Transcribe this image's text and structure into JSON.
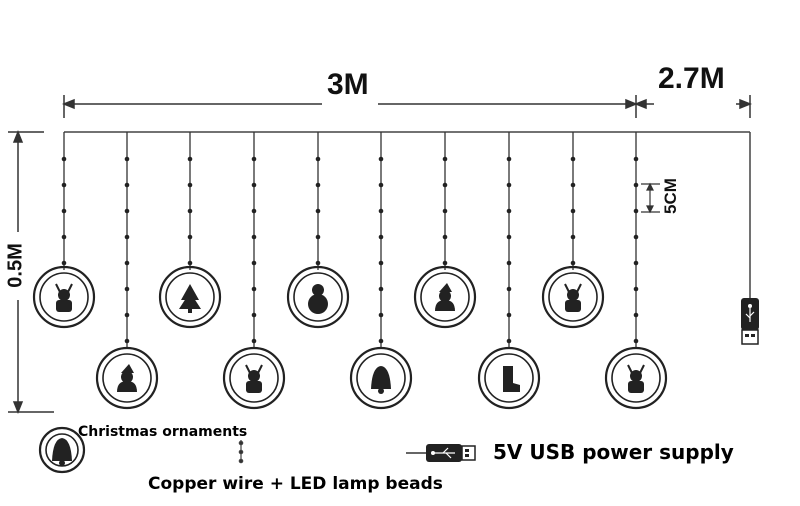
{
  "dimensions": {
    "length_main": "3M",
    "length_lead": "2.7M",
    "height": "0.5M",
    "spacing": "5CM"
  },
  "legend": {
    "ornament_label": "Christmas ornaments",
    "wire_label": "Copper wire + LED lamp beads",
    "power_label": "5V USB power supply"
  },
  "ornament_icons": [
    "reindeer-icon",
    "santa-icon",
    "tree-icon",
    "reindeer-icon",
    "snowman-icon",
    "bell-icon",
    "santa-icon",
    "boot-icon",
    "reindeer-icon",
    "reindeer-icon",
    "bell-icon"
  ],
  "colors": {
    "line": "#333333",
    "ornament": "#222222"
  }
}
